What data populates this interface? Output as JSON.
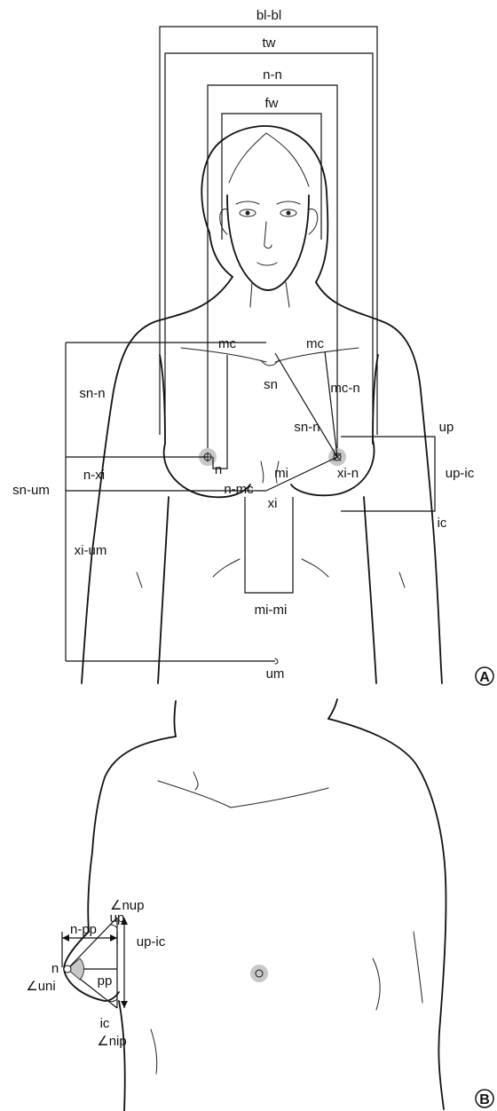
{
  "panel_a": {
    "letter": "A",
    "labels": {
      "bl_bl": "bl-bl",
      "tw": "tw",
      "n_n": "n-n",
      "fw": "fw",
      "mc_left": "mc",
      "mc_right": "mc",
      "sn": "sn",
      "mc_n": "mc-n",
      "sn_n_left": "sn-n",
      "sn_n_right": "sn-n",
      "up": "up",
      "up_ic": "up-ic",
      "n": "n",
      "n_mc": "n-mc",
      "n_xi": "n-xi",
      "mi": "mi",
      "xi_n": "xi-n",
      "sn_um": "sn-um",
      "xi": "xi",
      "ic": "ic",
      "xi_um": "xi-um",
      "mi_mi": "mi-mi",
      "um": "um"
    }
  },
  "panel_b": {
    "letter": "B",
    "labels": {
      "angle_nup": "∠nup",
      "up": "up",
      "n_pp": "n-pp",
      "up_ic": "up-ic",
      "n": "n",
      "pp": "pp",
      "angle_uni": "∠uni",
      "ic": "ic",
      "angle_nip": "∠nip"
    }
  },
  "colors": {
    "line": "#111111",
    "areola": "#c8c8c8"
  }
}
